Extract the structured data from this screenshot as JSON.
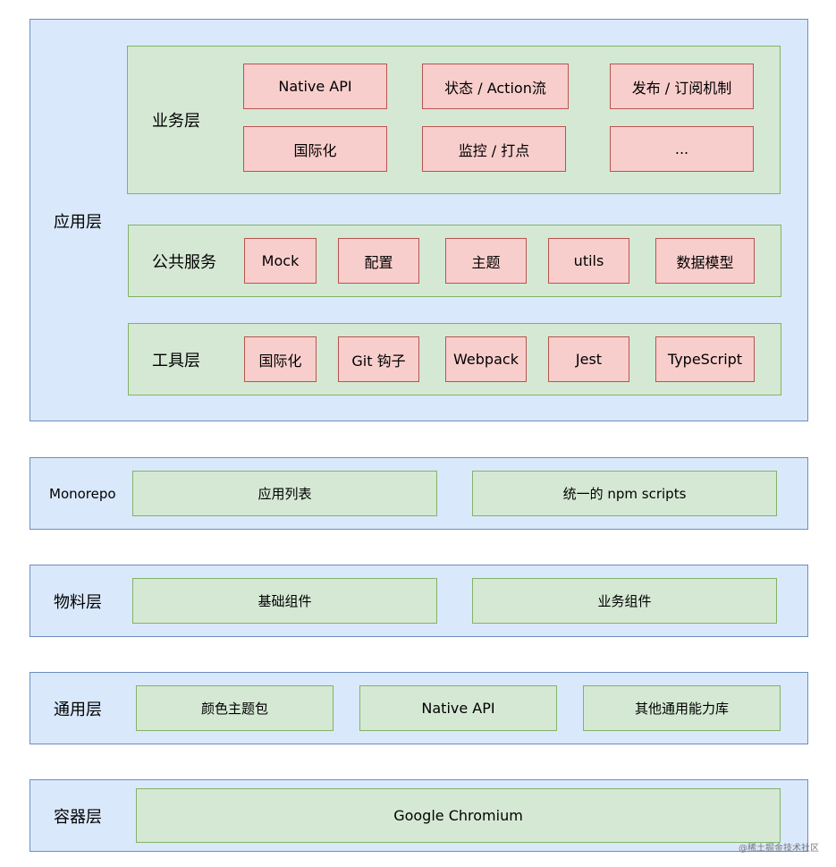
{
  "app_layer": {
    "label": "应用层",
    "business": {
      "label": "业务层",
      "items": [
        "Native API",
        "状态 / Action流",
        "发布 / 订阅机制",
        "国际化",
        "监控  / 打点",
        "..."
      ]
    },
    "public_services": {
      "label": "公共服务",
      "items": [
        "Mock",
        "配置",
        "主题",
        "utils",
        "数据模型"
      ]
    },
    "tools": {
      "label": "工具层",
      "items": [
        "国际化",
        "Git 钩子",
        "Webpack",
        "Jest",
        "TypeScript"
      ]
    }
  },
  "monorepo": {
    "label": "Monorepo",
    "items": [
      "应用列表",
      "统一的 npm scripts"
    ]
  },
  "material": {
    "label": "物料层",
    "items": [
      "基础组件",
      "业务组件"
    ]
  },
  "common": {
    "label": "通用层",
    "items": [
      "颜色主题包",
      "Native API",
      "其他通用能力库"
    ]
  },
  "container": {
    "label": "容器层",
    "items": [
      "Google Chromium"
    ]
  },
  "watermark": "@稀土掘金技术社区",
  "colors": {
    "layer_fill": "#dae8fc",
    "layer_stroke": "#6c8ebf",
    "group_fill": "#d5e8d4",
    "group_stroke": "#82b366",
    "item_fill": "#f8cecc",
    "item_stroke": "#b85450"
  }
}
